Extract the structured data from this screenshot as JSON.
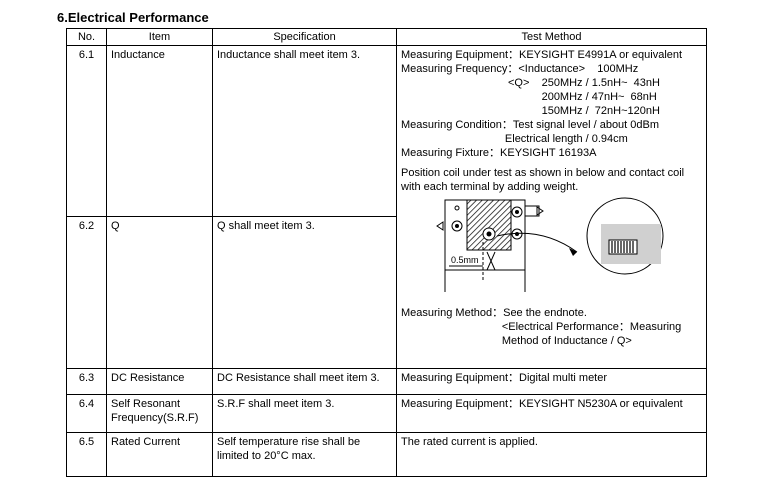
{
  "section_title": "6.Electrical Performance",
  "headers": {
    "no": "No.",
    "item": "Item",
    "spec": "Specification",
    "test": "Test Method"
  },
  "rows": [
    {
      "no": "6.1",
      "item": "Inductance",
      "spec": "Inductance shall meet item 3."
    },
    {
      "no": "6.2",
      "item": "Q",
      "spec": "Q shall meet item 3."
    },
    {
      "no": "6.3",
      "item": "DC Resistance",
      "spec": "DC Resistance shall meet item 3.",
      "test": "Measuring Equipment：Digital multi meter"
    },
    {
      "no": "6.4",
      "item": "Self Resonant\nFrequency(S.R.F)",
      "spec": "S.R.F shall meet item 3.",
      "test": "Measuring Equipment：KEYSIGHT N5230A or equivalent"
    },
    {
      "no": "6.5",
      "item": "Rated Current",
      "spec": "Self temperature rise shall be\nlimited to 20°C max.",
      "test": "The rated current is applied."
    }
  ],
  "test_method_61": {
    "lines": [
      "Measuring Equipment：KEYSIGHT E4991A or equivalent",
      "Measuring Frequency：<Inductance>    100MHz",
      "                                   <Q>    250MHz / 1.5nH~  43nH",
      "                                              200MHz / 47nH~  68nH",
      "                                              150MHz /  72nH~120nH",
      "Measuring Condition：Test signal level / about 0dBm",
      "                                  Electrical length / 0.94cm",
      "Measuring Fixture：KEYSIGHT 16193A"
    ],
    "position_note": "Position coil under test as shown in below and contact coil with each terminal by adding weight.",
    "figure_label": "0.5mm",
    "method_lines": [
      "Measuring Method：See the endnote.",
      "                                 <Electrical Performance：Measuring",
      "                                 Method of Inductance / Q>"
    ]
  }
}
